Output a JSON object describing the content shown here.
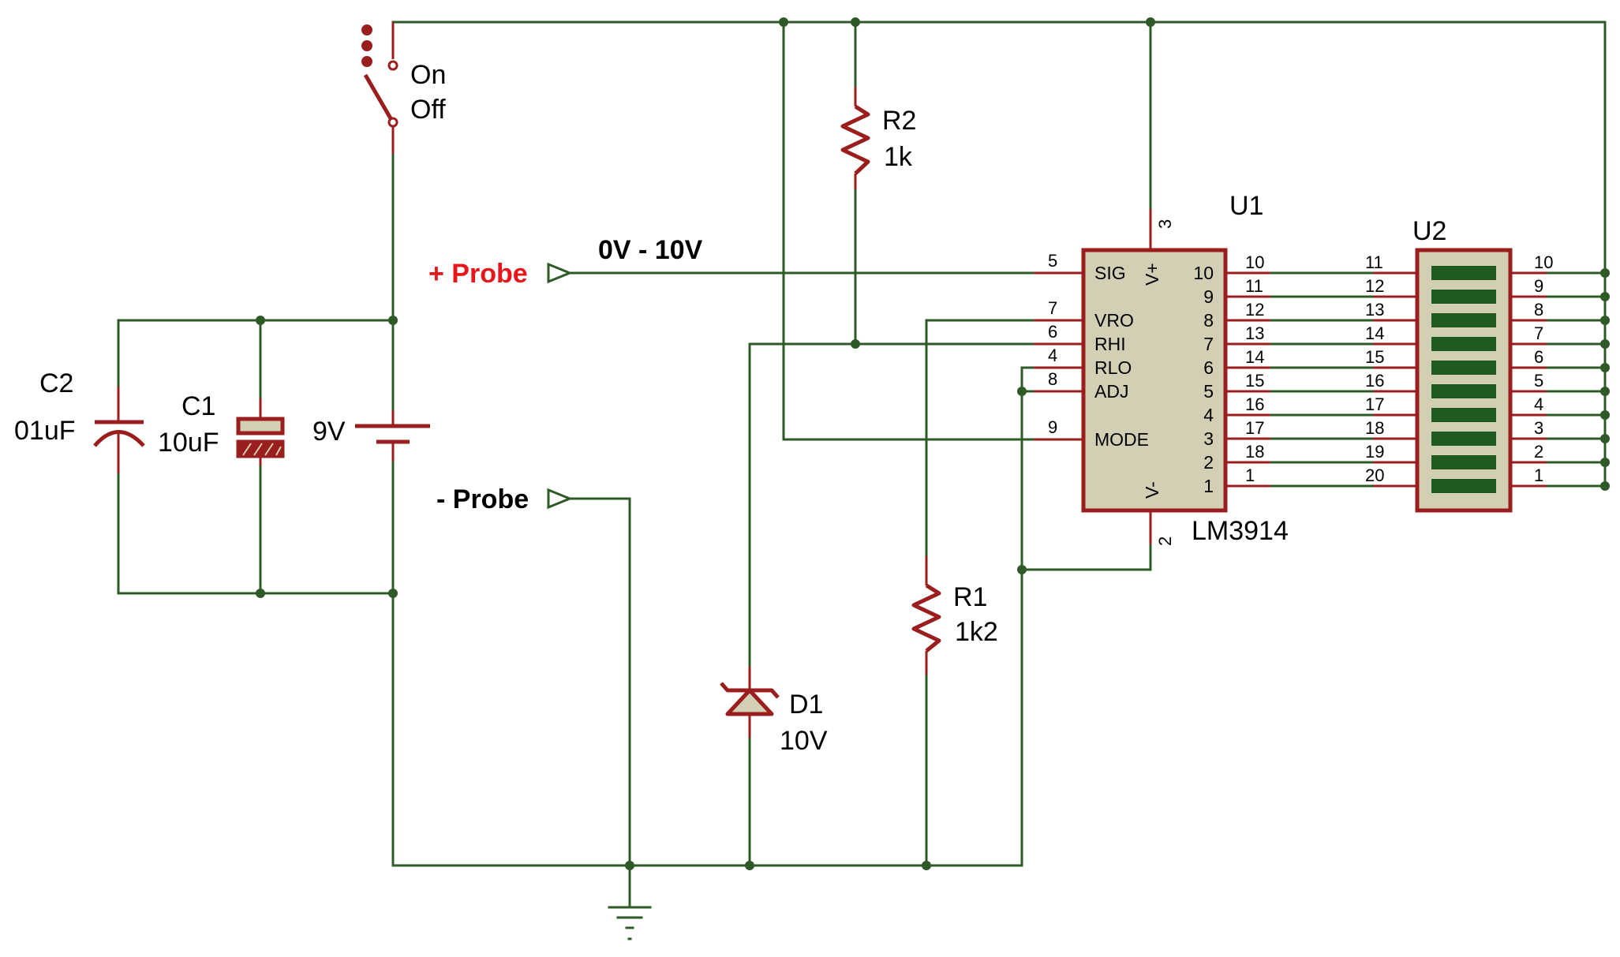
{
  "switch": {
    "on_label": "On",
    "off_label": "Off"
  },
  "battery": {
    "value": "9V"
  },
  "capacitors": {
    "c2": {
      "ref": "C2",
      "value": "01uF"
    },
    "c1": {
      "ref": "C1",
      "value": "10uF"
    }
  },
  "resistors": {
    "r2": {
      "ref": "R2",
      "value": "1k"
    },
    "r1": {
      "ref": "R1",
      "value": "1k2"
    }
  },
  "diode": {
    "ref": "D1",
    "value": "10V"
  },
  "probes": {
    "plus": "+ Probe",
    "minus": "- Probe",
    "range": "0V - 10V"
  },
  "ic": {
    "ref": "U1",
    "part": "LM3914",
    "left_pins": [
      {
        "num": "5",
        "name": "SIG"
      },
      {
        "num": "7",
        "name": "VRO"
      },
      {
        "num": "6",
        "name": "RHI"
      },
      {
        "num": "4",
        "name": "RLO"
      },
      {
        "num": "8",
        "name": "ADJ"
      },
      {
        "num": "9",
        "name": "MODE"
      }
    ],
    "top_pin": {
      "num": "3",
      "name": "V+"
    },
    "bottom_pin": {
      "num": "2",
      "name": "V-"
    },
    "right_pins": [
      "10",
      "9",
      "8",
      "7",
      "6",
      "5",
      "4",
      "3",
      "2",
      "1"
    ],
    "right_pin_nums": [
      "10",
      "11",
      "12",
      "13",
      "14",
      "15",
      "16",
      "17",
      "18",
      "1"
    ]
  },
  "bargraph": {
    "ref": "U2",
    "left_pins": [
      "11",
      "12",
      "13",
      "14",
      "15",
      "16",
      "17",
      "18",
      "19",
      "20"
    ],
    "right_pins": [
      "10",
      "9",
      "8",
      "7",
      "6",
      "5",
      "4",
      "3",
      "2",
      "1"
    ]
  },
  "colors": {
    "wire": "#2d5a27",
    "component": "#9a1e1e",
    "ic_fill": "#d2cfb4",
    "probe_text": "#e8151a"
  }
}
